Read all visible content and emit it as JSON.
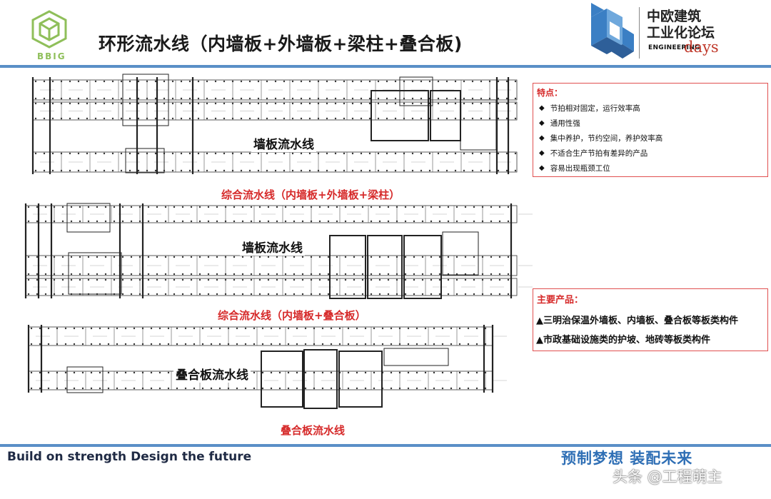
{
  "header": {
    "title": "环形流水线（内墙板+外墙板+梁柱+叠合板)",
    "logo_left_text": "BBIG",
    "logo_right_line1": "中欧建筑",
    "logo_right_line2": "工业化论坛",
    "logo_right_eng": "ENGINEERING",
    "logo_right_days": "days"
  },
  "diagram": {
    "line1_center_label": "墙板流水线",
    "line1_caption": "综合流水线（内墙板+外墙板+梁柱）",
    "line2_center_label": "墙板流水线",
    "line2_caption": "综合流水线（内墙板+叠合板）",
    "line3_center_label": "叠合板流水线",
    "line3_caption": "叠合板流水线"
  },
  "features": {
    "heading": "特点：",
    "items": [
      "节拍相对固定，运行效率高",
      "通用性强",
      "集中养护，节约空间，养护效率高",
      "不适合生产节拍有差异的产品",
      "容易出现瓶颈工位"
    ]
  },
  "products": {
    "heading": "主要产品：",
    "items": [
      "▲三明治保温外墙板、内墙板、叠合板等板类构件",
      "▲市政基础设施类的护坡、地砖等板类构件"
    ]
  },
  "footer": {
    "slogan_en": "Build on strength Design the future",
    "slogan_cn": "预制梦想 装配未来",
    "watermark": "头条 @工程萌主"
  },
  "colors": {
    "accent_blue": "#5a8fc7",
    "accent_red": "#d62a2a",
    "logo_green": "#8fbf5a",
    "logo_blue": "#3b7fc4"
  }
}
